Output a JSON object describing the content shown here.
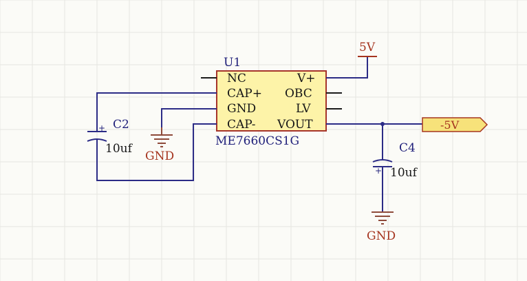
{
  "ic": {
    "designator": "U1",
    "part_number": "ME7660CS1G",
    "left_pins": [
      "NC",
      "CAP+",
      "GND",
      "CAP-"
    ],
    "right_pins": [
      "V+",
      "OBC",
      "LV",
      "VOUT"
    ],
    "body_color": "#fdf3a8",
    "border_color": "#a6342a"
  },
  "c2": {
    "designator": "C2",
    "value": "10uf",
    "plus": "+"
  },
  "c4": {
    "designator": "C4",
    "value": "10uf",
    "plus": "+"
  },
  "gnd_left": {
    "label": "GND"
  },
  "gnd_right": {
    "label": "GND"
  },
  "power": {
    "label": "5V"
  },
  "output_port": {
    "label": "-5V",
    "fill": "#f7e27a"
  },
  "colors": {
    "background": "#fbfbf7",
    "grid": "#e6e6e0",
    "wire": "#2b2b86",
    "power_red": "#a5341f"
  }
}
